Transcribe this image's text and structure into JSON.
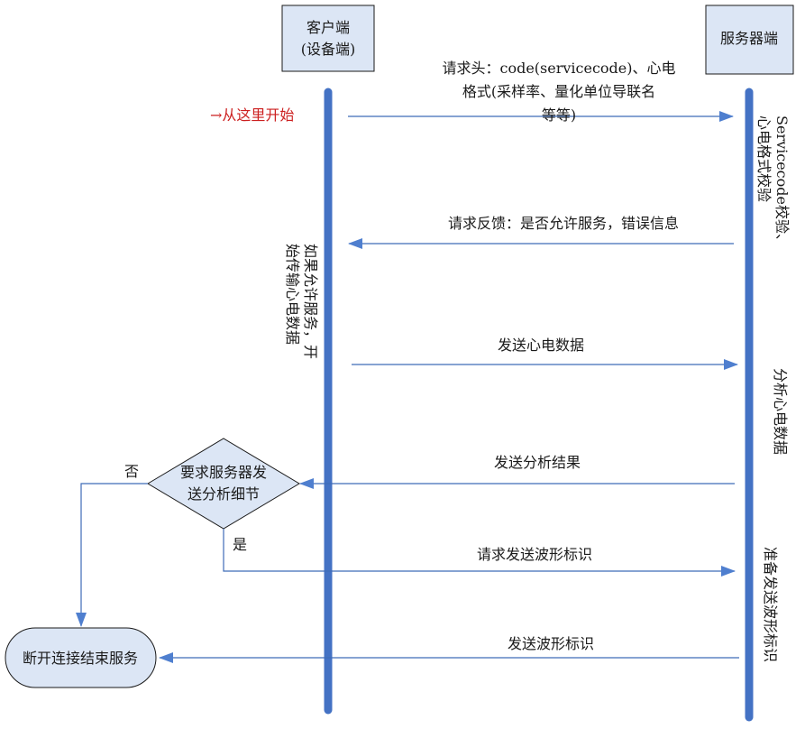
{
  "diagram": {
    "client_box": {
      "line1": "客户端",
      "line2": "(设备端)"
    },
    "server_box": {
      "label": "服务器端"
    },
    "start_label": "→从这里开始",
    "messages": {
      "request_head": {
        "line1": "请求头：code(servicecode)、心电",
        "line2": "格式(采样率、量化单位导联名",
        "line3": "等等)"
      },
      "request_feedback": "请求反馈：是否允许服务，错误信息",
      "send_ecg": "发送心电数据",
      "send_analysis": "发送分析结果",
      "request_waveform": "请求发送波形标识",
      "send_waveform": "发送波形标识"
    },
    "server_notes": {
      "verify": {
        "line1": "Servicecode校验、",
        "line2": "心电格式校验"
      },
      "analyze": "分析心电数据",
      "prepare_waveform": "准备发送波形标识"
    },
    "client_notes": {
      "start_transmit": {
        "line1": "如果允许服务，开",
        "line2": "始传输心电数据"
      }
    },
    "decision": {
      "line1": "要求服务器发",
      "line2": "送分析细节",
      "no_label": "否",
      "yes_label": "是"
    },
    "terminal": {
      "label": "断开连接结束服务"
    }
  },
  "colors": {
    "lifeline": "#4472c4",
    "arrow": "#3f6cb7",
    "box_fill": "#dce6f5",
    "start_red": "#cc1f1f"
  }
}
